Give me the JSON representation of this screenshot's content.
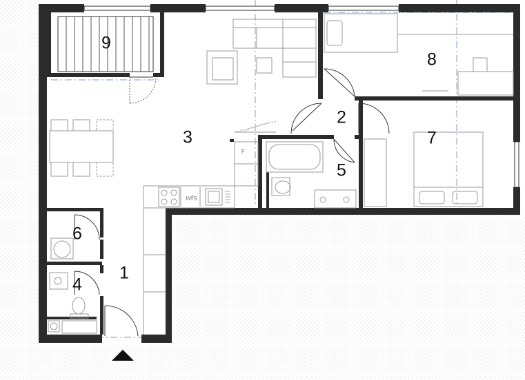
{
  "rooms": [
    {
      "id": "1",
      "label": "1"
    },
    {
      "id": "2",
      "label": "2"
    },
    {
      "id": "3",
      "label": "3"
    },
    {
      "id": "4",
      "label": "4"
    },
    {
      "id": "5",
      "label": "5"
    },
    {
      "id": "6",
      "label": "6"
    },
    {
      "id": "7",
      "label": "7"
    },
    {
      "id": "8",
      "label": "8"
    },
    {
      "id": "9",
      "label": "9"
    }
  ],
  "appliance_labels": {
    "dishwasher": "SpM",
    "fridge": "F"
  },
  "colors": {
    "wall": "#2b2b2b",
    "furniture": "#9a9a9a",
    "axis": "#7d9cc8",
    "hatch": "#bfbfbf"
  },
  "icons": {
    "entrance": "entrance-triangle-icon"
  }
}
